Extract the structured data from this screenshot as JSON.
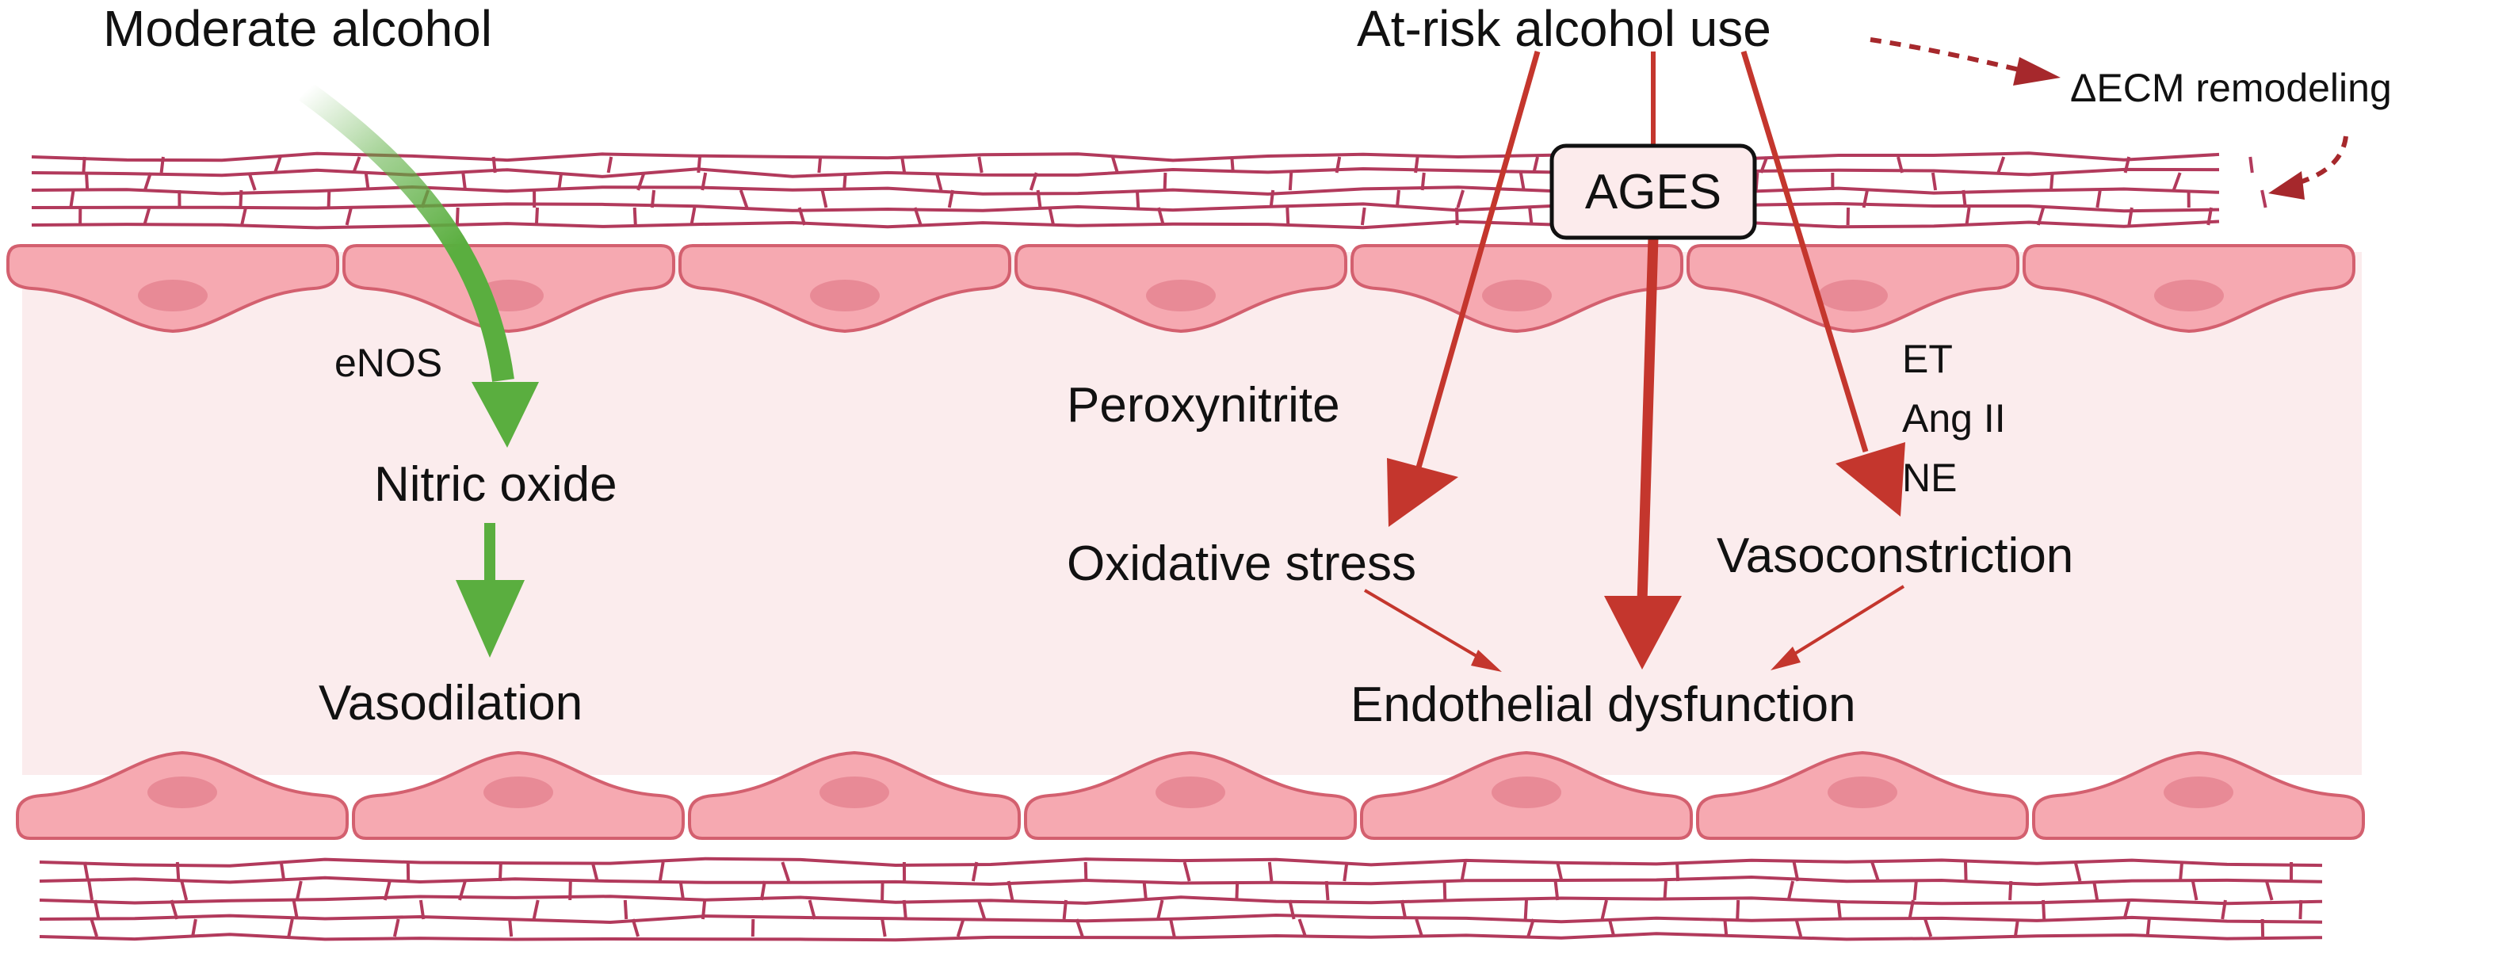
{
  "labels": {
    "moderate_alcohol": "Moderate alcohol",
    "at_risk_alcohol_use": "At-risk alcohol use",
    "ecm_remodeling": "ΔECM remodeling",
    "ages": "AGES",
    "enos": "eNOS",
    "nitric_oxide": "Nitric oxide",
    "vasodilation": "Vasodilation",
    "peroxynitrite": "Peroxynitrite",
    "oxidative_stress": "Oxidative stress",
    "et": "ET",
    "ang_ii": "Ang II",
    "ne": "NE",
    "vasoconstriction": "Vasoconstriction",
    "endothelial_dysfunction": "Endothelial dysfunction"
  },
  "colors": {
    "protective_pathway": "#5aae3f",
    "harmful_pathway": "#c4362d",
    "endothelial_cell": "#f6a9b1",
    "cell_nucleus": "#e88a96",
    "vessel_lumen": "#fbeced",
    "ecm_fiber": "#b23a5c"
  }
}
